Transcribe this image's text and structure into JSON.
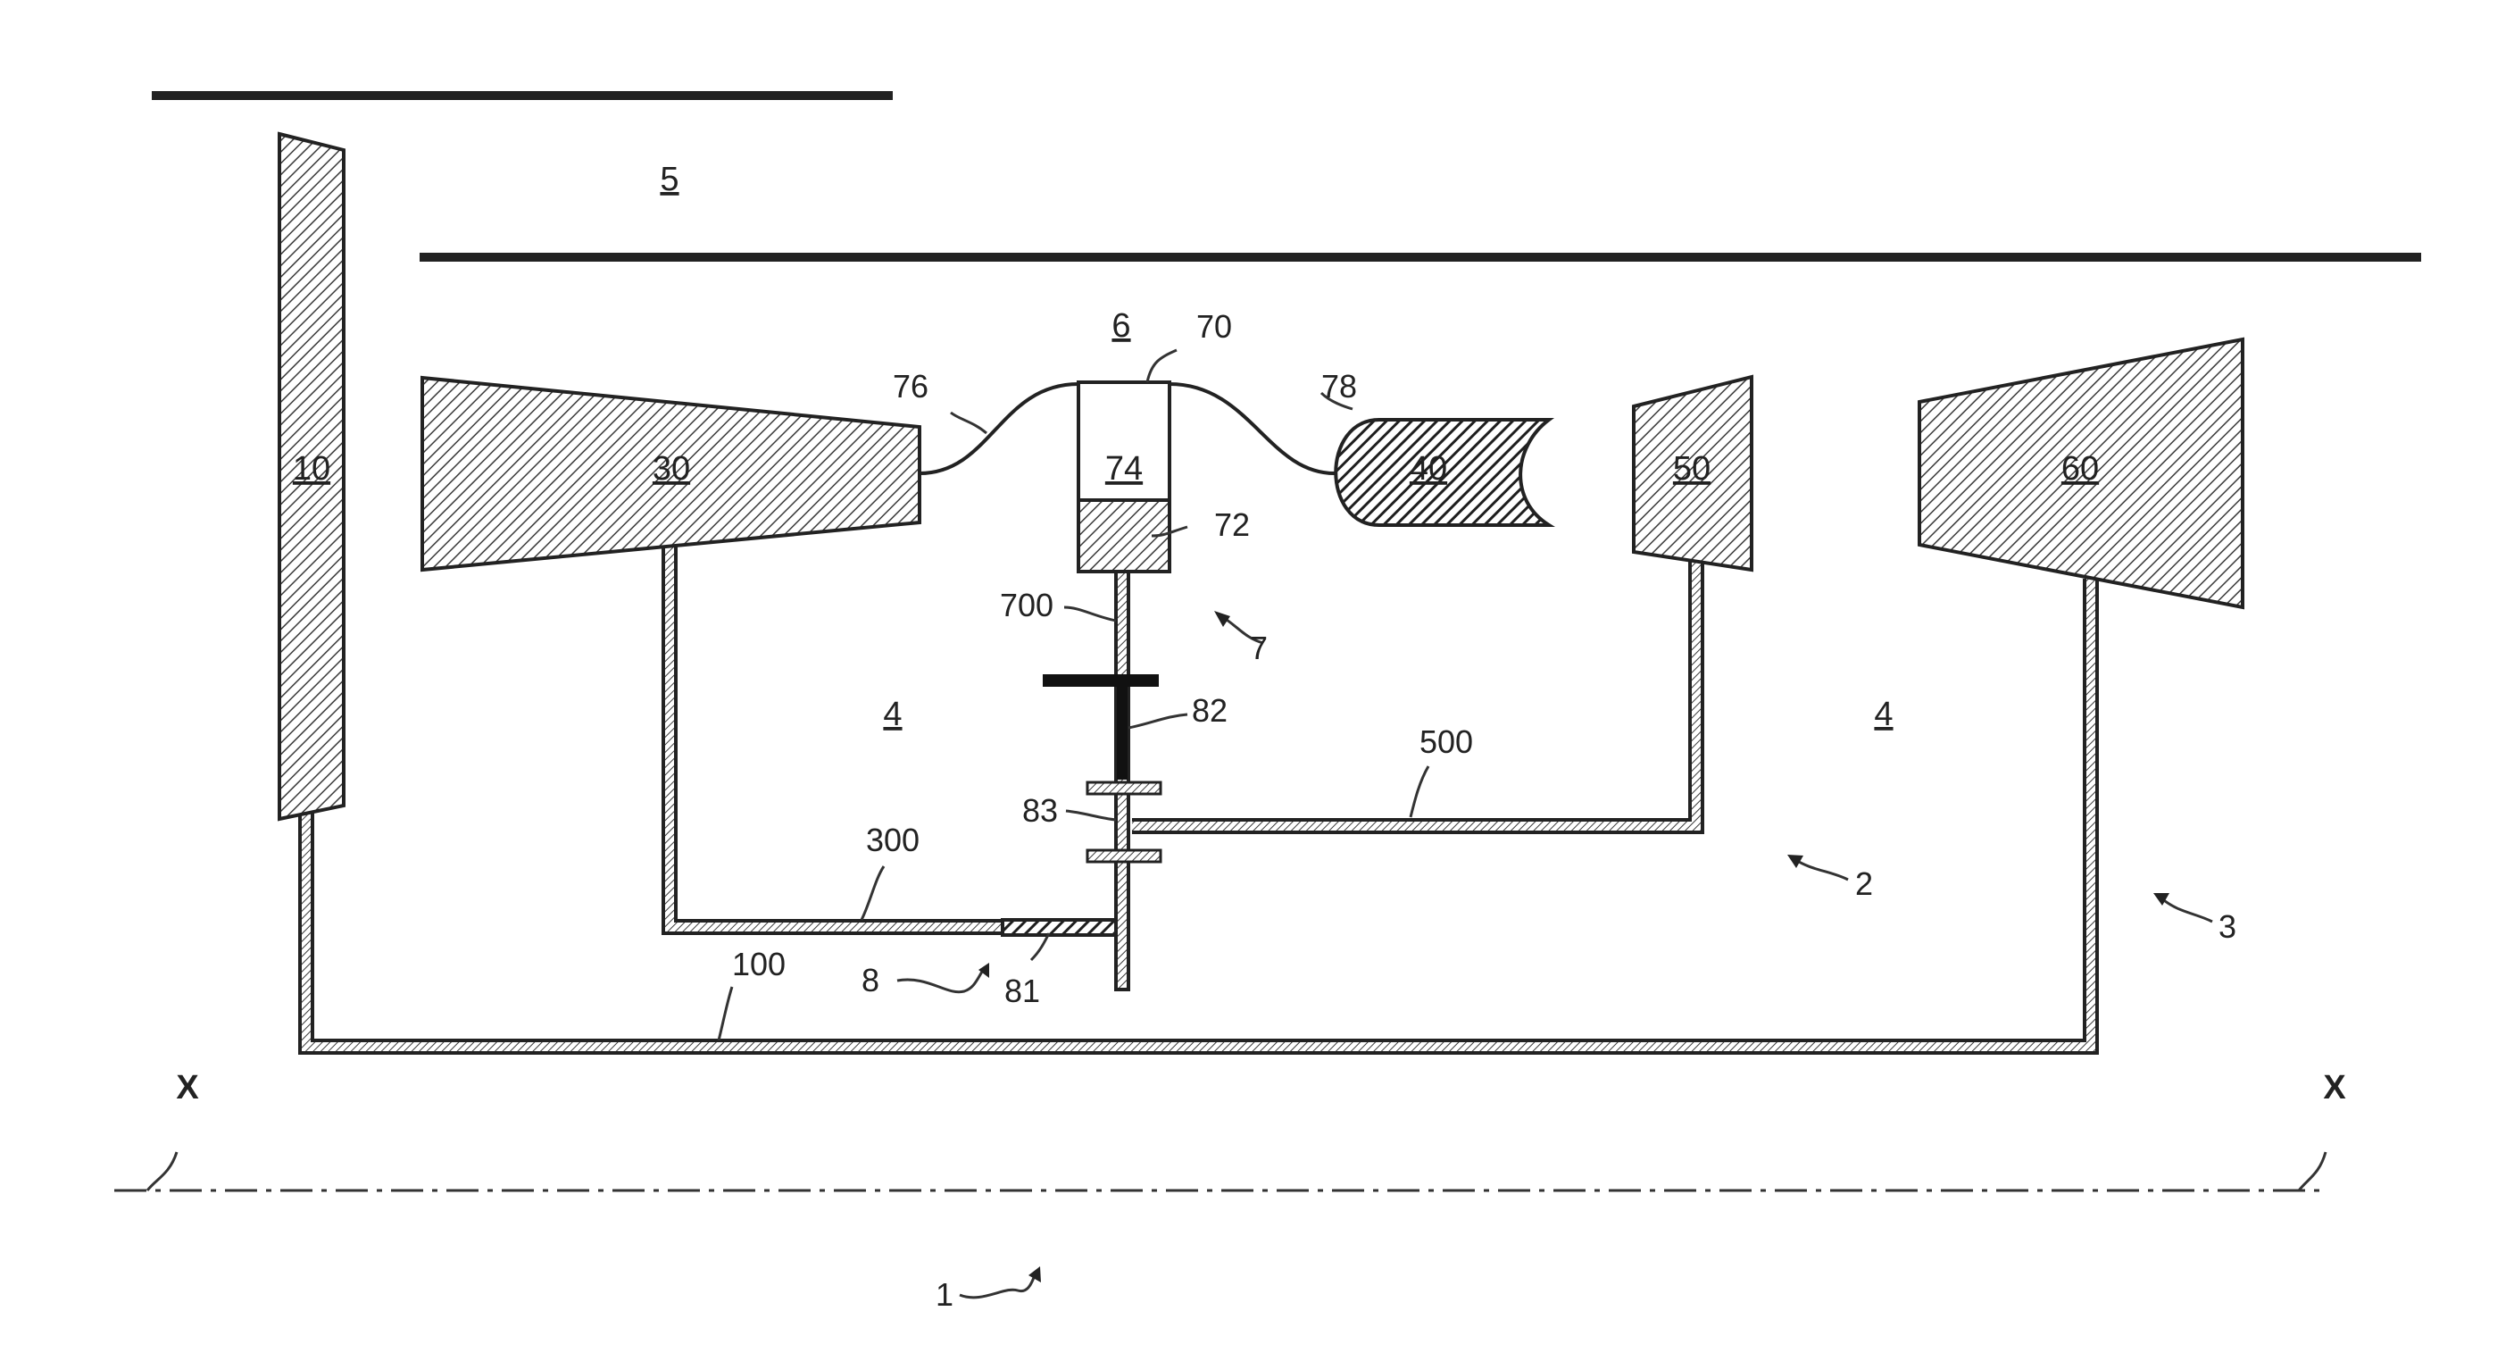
{
  "colors": {
    "ink": "#222222",
    "hatch": "#3a3a3a",
    "background": "#ffffff"
  },
  "components": {
    "fan": "10",
    "compressor": "30",
    "combustor": "40",
    "hp_turbine": "50",
    "lp_turbine": "60",
    "gas_generator_housing": "70",
    "piston": "72",
    "chamber": "74"
  },
  "zones": {
    "bypass_flow": "5",
    "inner_zone": "6",
    "core_left": "4",
    "core_right": "4"
  },
  "references": {
    "engine": "1",
    "hp_spool": "2",
    "lp_spool": "3",
    "starter": "7",
    "gearbox": "8",
    "shaft_100": "100",
    "shaft_300": "300",
    "shaft_500": "500",
    "output_shaft": "700",
    "line_76": "76",
    "line_78": "78",
    "gear_81": "81",
    "gear_82": "82",
    "gear_83": "83"
  },
  "axis": {
    "left": "X",
    "right": "X"
  }
}
